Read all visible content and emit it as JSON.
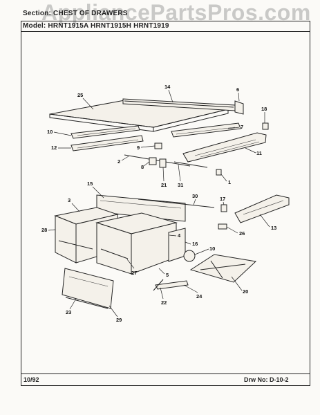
{
  "header": {
    "section_line": "Section: CHEST OF DRAWERS",
    "model_line": "Model: HRNT1915A  HRNT1915H  HRNT1919"
  },
  "watermark": "AppliancePartsPros.com",
  "footer": {
    "date": "10/92",
    "drawing_number": "Drw No: D-10-2"
  },
  "callouts": [
    "25",
    "14",
    "6",
    "18",
    "10",
    "12",
    "7",
    "9",
    "8",
    "2",
    "11",
    "21",
    "31",
    "1",
    "15",
    "30",
    "3",
    "17",
    "13",
    "28",
    "4",
    "16",
    "26",
    "10",
    "5",
    "27",
    "20",
    "22",
    "24",
    "23",
    "29"
  ]
}
